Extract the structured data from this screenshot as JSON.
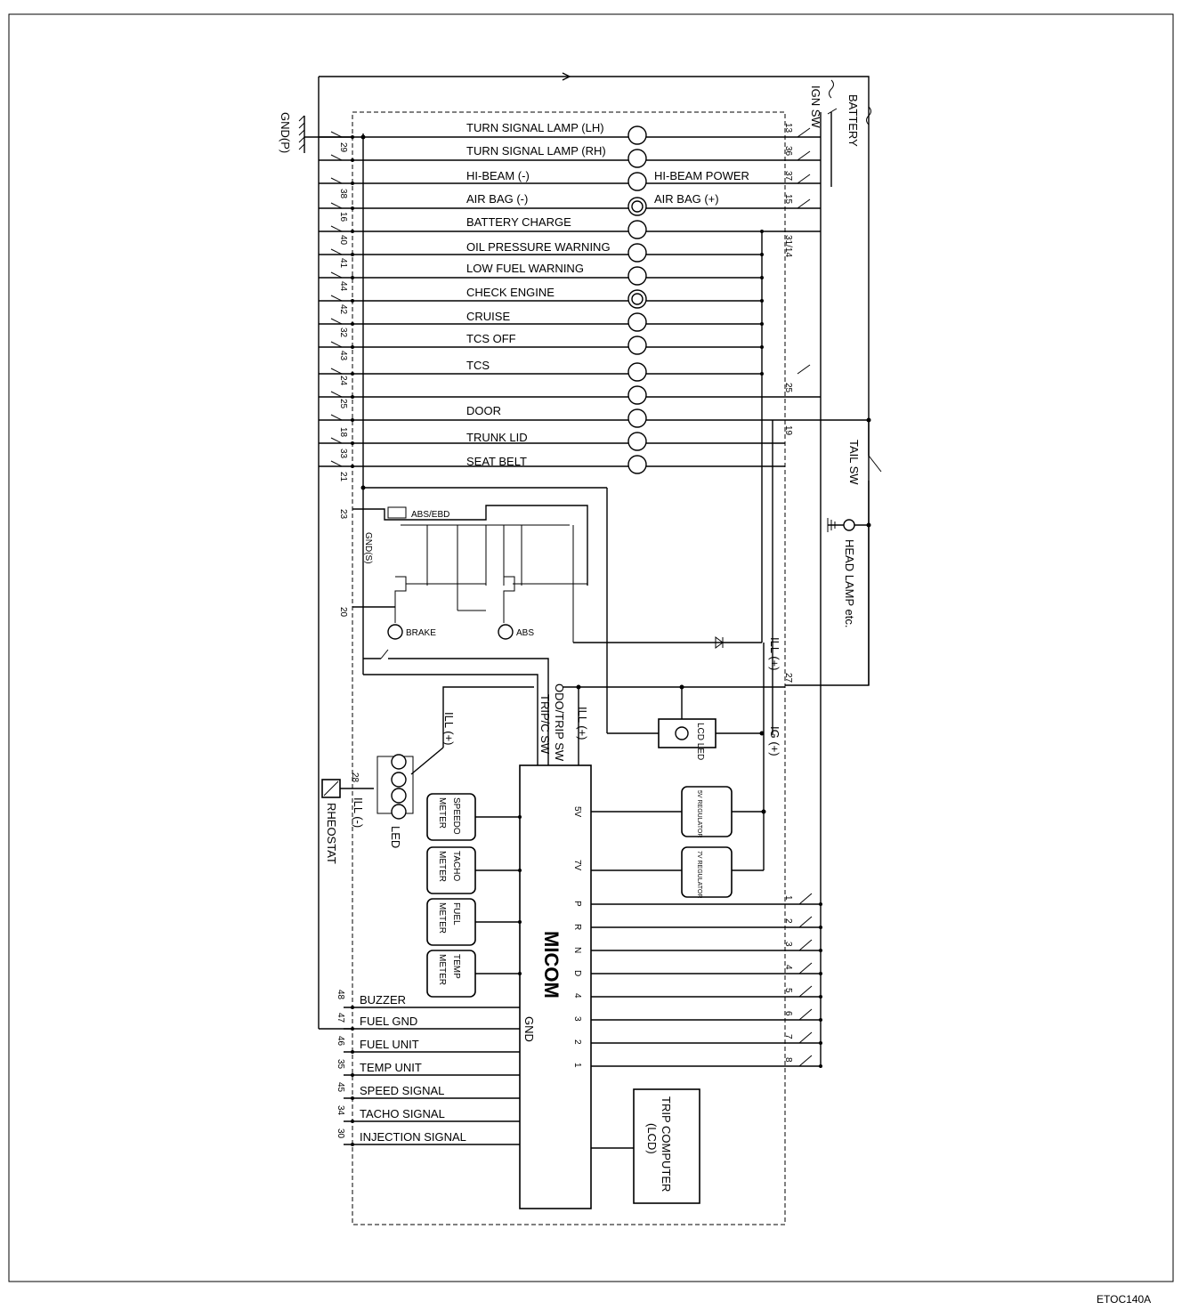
{
  "lamp_labels": {
    "turn_lh": "TURN SIGNAL LAMP (LH)",
    "turn_rh": "TURN SIGNAL LAMP (RH)",
    "hibeam_neg": "HI-BEAM (-)",
    "airbag_neg": "AIR BAG (-)",
    "battery_charge": "BATTERY CHARGE",
    "oil_pressure": "OIL PRESSURE WARNING",
    "low_fuel": "LOW FUEL WARNING",
    "check_engine": "CHECK ENGINE",
    "cruise": "CRUISE",
    "tcs_off": "TCS OFF",
    "tcs": "TCS",
    "door": "DOOR",
    "trunk_lid": "TRUNK LID",
    "seat_belt": "SEAT BELT"
  },
  "right_labels": {
    "hibeam_power": "HI-BEAM POWER",
    "airbag_pos": "AIR BAG (+)"
  },
  "left_pins": [
    "29",
    "38",
    "16",
    "40",
    "41",
    "44",
    "42",
    "32",
    "43",
    "24",
    "25",
    "18",
    "33",
    "21",
    "23",
    "20"
  ],
  "right_pins": [
    "13",
    "36",
    "37",
    "15",
    "31/14",
    "25",
    "19",
    "27"
  ],
  "bottom_pins": [
    "48",
    "47",
    "46",
    "35",
    "45",
    "34",
    "30"
  ],
  "signal_labels": {
    "buzzer": "BUZZER",
    "fuel_gnd": "FUEL GND",
    "fuel_unit": "FUEL UNIT",
    "temp_unit": "TEMP UNIT",
    "speed_signal": "SPEED SIGNAL",
    "tacho_signal": "TACHO SIGNAL",
    "injection_signal": "INJECTION SIGNAL"
  },
  "external": {
    "gnd_p": "GND(P)",
    "battery": "BATTERY",
    "ign_sw": "IGN SW",
    "tail_sw": "TAIL SW",
    "head_lamp": "HEAD LAMP etc.",
    "rheostat": "RHEOSTAT",
    "ill_neg": "ILL (-)",
    "led": "LED",
    "pin_28": "28"
  },
  "abs_section": {
    "abs_ebd": "ABS/EBD",
    "gnd_s": "GND(S)",
    "brake": "BRAKE",
    "abs": "ABS"
  },
  "internal": {
    "ill_pos_1": "ILL (+)",
    "ill_pos_2": "ILL (+)",
    "ill_pos_3": "ILL (+)",
    "ig_pos": "IG (+)",
    "odo_trip_sw": "ODO/TRIP SW",
    "trip_c_sw": "TRIP/C SW",
    "lcd_led": "LCD LED",
    "regulator_5v": "5V REGULATOR",
    "regulator_7v": "7V REGULATOR",
    "micom": "MICOM",
    "v5": "5V",
    "v7": "7V",
    "gnd": "GND",
    "trip_computer": "TRIP COMPUTER",
    "trip_computer_lcd": "(LCD)"
  },
  "meters": [
    "SPEEDO METER",
    "TACHO METER",
    "FUEL METER",
    "TEMP METER"
  ],
  "gear_positions": [
    "P",
    "R",
    "N",
    "D",
    "4",
    "3",
    "2",
    "1"
  ],
  "gear_pins": [
    "1",
    "2",
    "3",
    "4",
    "5",
    "6",
    "7",
    "8"
  ],
  "figure_code": "ETOC140A"
}
